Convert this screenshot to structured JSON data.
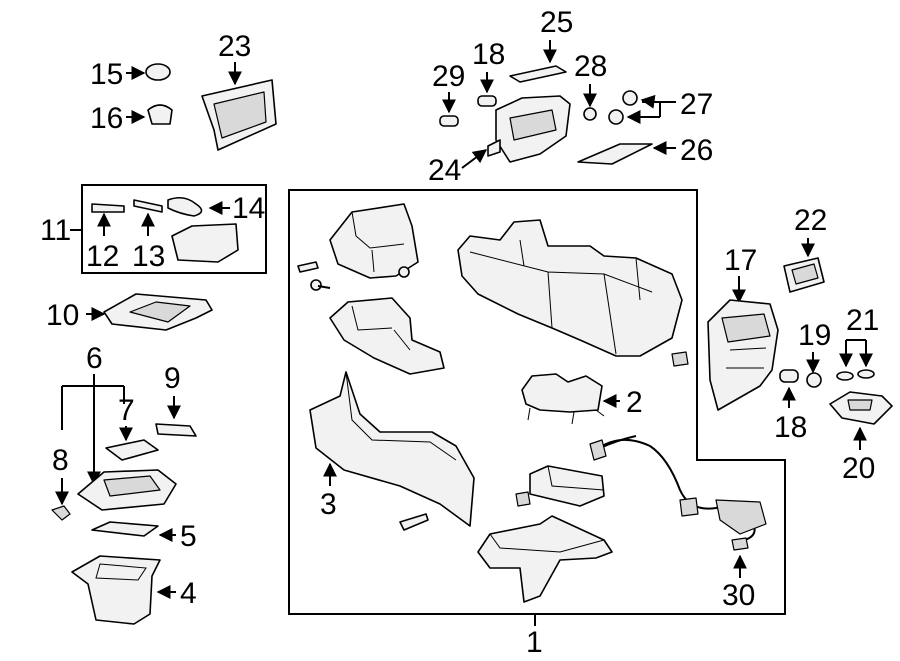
{
  "callouts": {
    "c1": "1",
    "c2": "2",
    "c3": "3",
    "c4": "4",
    "c5": "5",
    "c6": "6",
    "c7": "7",
    "c8": "8",
    "c9": "9",
    "c10": "10",
    "c11": "11",
    "c12": "12",
    "c13": "13",
    "c14": "14",
    "c15": "15",
    "c16": "16",
    "c17": "17",
    "c18a": "18",
    "c18b": "18",
    "c19": "19",
    "c20": "20",
    "c21": "21",
    "c22": "22",
    "c23": "23",
    "c24": "24",
    "c25": "25",
    "c26": "26",
    "c27": "27",
    "c28": "28",
    "c29": "29",
    "c30": "30"
  }
}
